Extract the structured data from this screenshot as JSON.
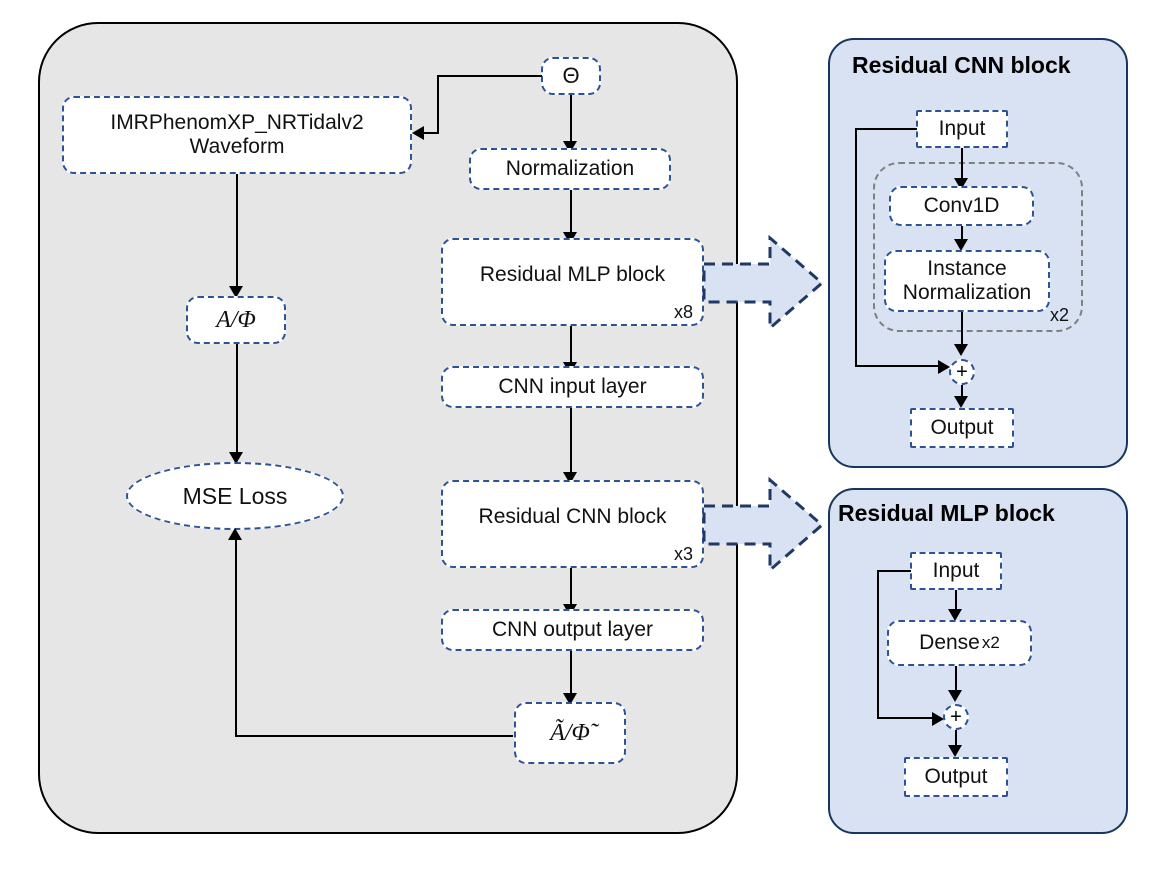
{
  "diagram": {
    "title": "Neural network waveform model training diagram",
    "colors": {
      "container_fill": "#E6E6E6",
      "container_border": "#000000",
      "node_border": "#2E5395",
      "node_fill": "#FFFFFF",
      "panel_fill": "#D9E2F3",
      "panel_border": "#17365D",
      "group_border": "#808080",
      "arrow": "#000000"
    }
  },
  "main_flow": {
    "theta_node": "Θ",
    "waveform_node": {
      "line1": "IMRPhenomXP_NRTidalv2",
      "line2": "Waveform"
    },
    "normalization": "Normalization",
    "residual_mlp_block": {
      "label": "Residual MLP block",
      "multiplier": "x8"
    },
    "cnn_input_layer": "CNN input layer",
    "residual_cnn_block": {
      "label": "Residual CNN block",
      "multiplier": "x3"
    },
    "cnn_output_layer": "CNN output layer",
    "target_amp_phase": "A/Φ",
    "predicted_amp_phase": "Ã/Φ̃",
    "loss": "MSE Loss"
  },
  "cnn_panel": {
    "title": "Residual CNN block",
    "input": "Input",
    "conv1d": "Conv1D",
    "instance_norm": {
      "line1": "Instance",
      "line2": "Normalization"
    },
    "group_multiplier": "x2",
    "sum_symbol": "+",
    "output": "Output"
  },
  "mlp_panel": {
    "title": "Residual MLP block",
    "input": "Input",
    "dense": "Dense",
    "dense_multiplier": "x2",
    "sum_symbol": "+",
    "output": "Output"
  }
}
